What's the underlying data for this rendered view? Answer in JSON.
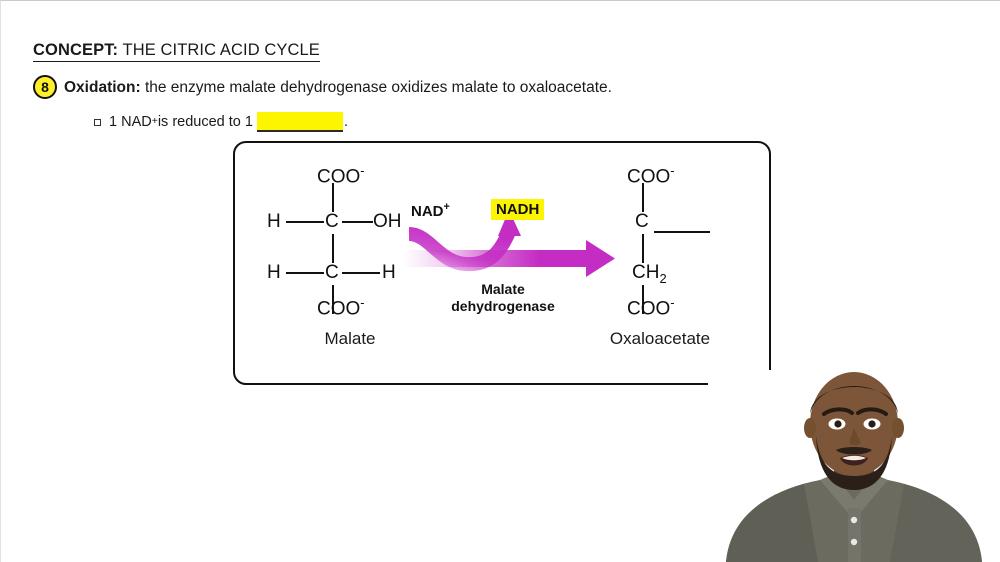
{
  "slide": {
    "concept_label": "CONCEPT:",
    "concept_title": "THE CITRIC ACID CYCLE",
    "step": {
      "number": "8",
      "label": "Oxidation:",
      "text": " the enzyme malate dehydrogenase oxidizes malate to oxaloacetate."
    },
    "bullet": {
      "prefix": "1 NAD",
      "charge": "+",
      "middle": " is reduced to 1 ",
      "blank_value": "",
      "suffix": "."
    }
  },
  "diagram": {
    "reactant": {
      "name": "Malate",
      "atoms": {
        "top_carboxyl": "COO",
        "top_carboxyl_charge": "-",
        "left_h_upper": "H",
        "carbon_upper": "C",
        "hydroxyl": "OH",
        "left_h_lower": "H",
        "carbon_lower": "C",
        "right_h_lower": "H",
        "bottom_carboxyl": "COO",
        "bottom_carboxyl_charge": "-"
      }
    },
    "product": {
      "name": "Oxaloacetate",
      "atoms": {
        "top_carboxyl": "COO",
        "top_carboxyl_charge": "-",
        "carbon_upper": "C",
        "blank_substituent": "",
        "methylene": "CH",
        "methylene_sub": "2",
        "bottom_carboxyl": "COO",
        "bottom_carboxyl_charge": "-"
      }
    },
    "arrow": {
      "cofactor_in": "NAD",
      "cofactor_in_charge": "+",
      "cofactor_out": "NADH",
      "enzyme_line1": "Malate",
      "enzyme_line2": "dehydrogenase"
    }
  },
  "colors": {
    "arrow_magenta": "#c42dc4",
    "highlight_yellow": "#fdf500",
    "badge_yellow": "#ffef26",
    "ink_black": "#111111",
    "shirt_olive": "#6b6b60"
  },
  "instructor": {
    "alt": "video-presenter"
  }
}
